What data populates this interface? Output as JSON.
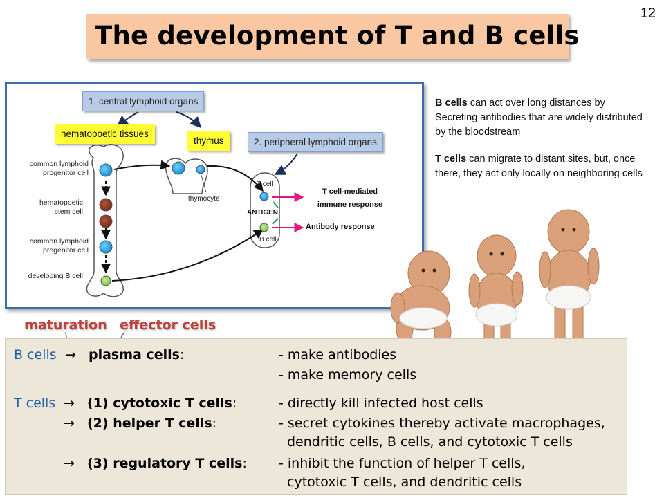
{
  "page_number": "12",
  "title": "The development of T and B cells",
  "diagram": {
    "central_box": "1. central lymphoid organs",
    "hematopoetic_box": "hematopoetic tissues",
    "thymus_box": "thymus",
    "peripheral_box": "2. peripheral lymphoid organs",
    "labels": {
      "clp_top": [
        "common lymphoid",
        "progenitor cell"
      ],
      "hsc": [
        "hematopoetic",
        "stem cell"
      ],
      "clp_bottom": [
        "common lymphoid",
        "progenitor cell"
      ],
      "developing_b": "developing B cell",
      "thymocyte": "thymocyte",
      "t_cell": "T cell",
      "antigen": "ANTIGEN",
      "b_cell": "B cell",
      "t_response": [
        "T cell-mediated",
        "immune response"
      ],
      "antibody_response": "Antibody response"
    }
  },
  "side_text": {
    "b_bold": "B cells",
    "b_rest": " can act over long distances by Secreting antibodies that are widely distributed by the bloodstream",
    "t_bold": "T cells",
    "t_rest": " can migrate to distant sites,  but, once there, they act only locally on neighboring cells"
  },
  "annotations": {
    "maturation": "maturation",
    "effector": "effector cells"
  },
  "effector_rows": {
    "b_cells": "B cells",
    "plasma": "plasma cells",
    "colon": ":",
    "make_antibodies": "- make antibodies",
    "make_memory": "- make memory cells",
    "t_cells": "T cells",
    "cytotoxic": "(1) cytotoxic T cells",
    "cytotoxic_desc": "- directly kill infected host cells",
    "helper": "(2) helper T cells",
    "helper_desc_1": "- secret cytokines thereby activate macrophages,",
    "helper_desc_2": "dendritic cells, B cells, and cytotoxic T cells",
    "regulatory_prefix": "(3) ",
    "regulatory": "regulatory T cells",
    "regulatory_desc_1": "- inhibit the function of helper T cells,",
    "regulatory_desc_2": "cytotoxic T cells, and dendritic cells",
    "arrow": "→"
  }
}
